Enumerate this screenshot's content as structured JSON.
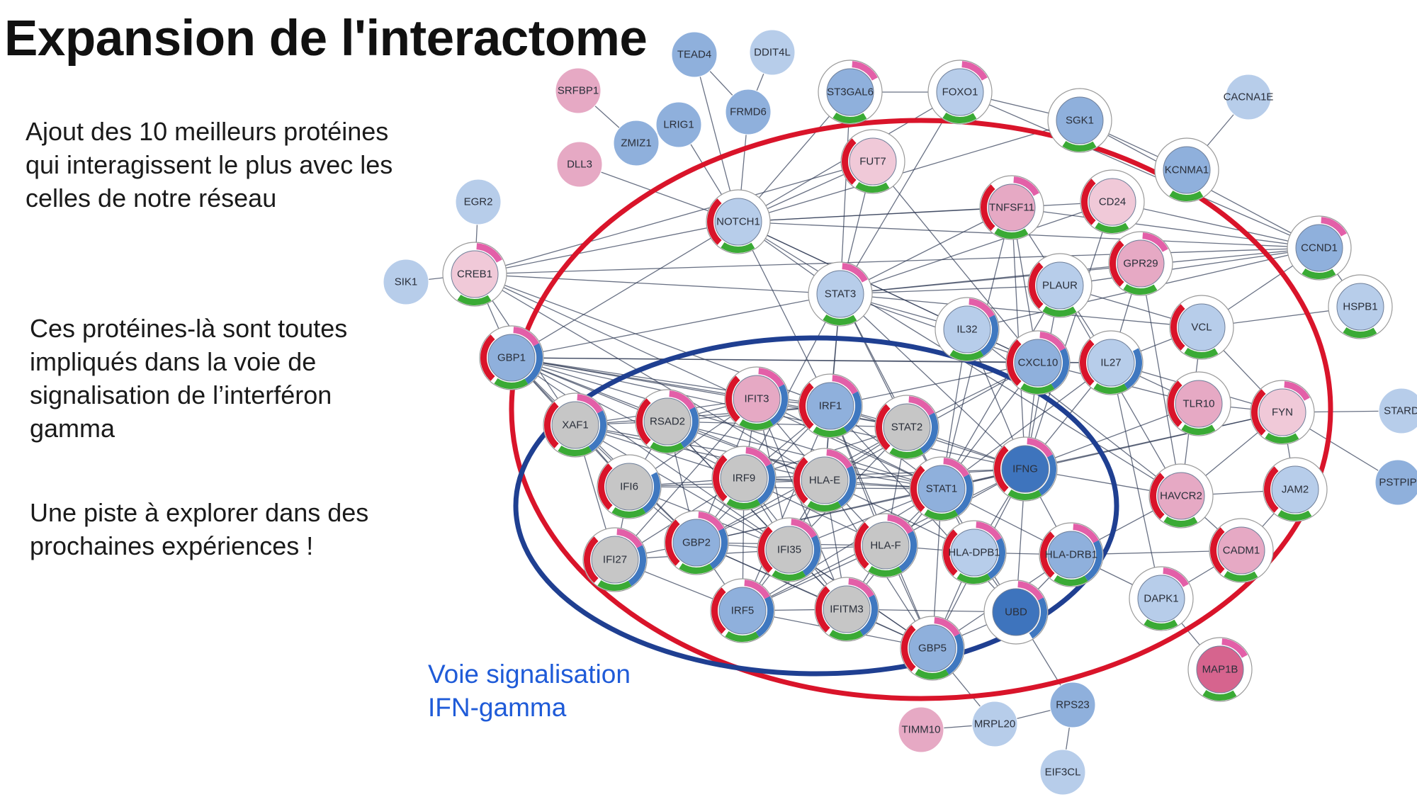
{
  "title": "Expansion de l'interactome",
  "paragraphs": [
    "Ajout des 10 meilleurs protéines\nqui interagissent le plus avec les\ncelles de notre réseau",
    "Ces protéines-là sont toutes\nimpliqués dans la voie de\nsignalisation de l’interféron\ngamma",
    "Une piste à explorer dans des\nprochaines expériences !"
  ],
  "pathway_caption": "Voie signalisation\nIFN-gamma",
  "colors": {
    "highlight_red": "#d9142a",
    "highlight_blue": "#1f3f91",
    "caption_blue": "#1f5bd8",
    "ring_red": "#d9142a",
    "ring_pink": "#e35fa8",
    "ring_green": "#3aaa35",
    "ring_blue": "#3f78c0",
    "edge": "#2f3a55",
    "fill_blue": "#8fb0dc",
    "fill_lightblue": "#b7cdea",
    "fill_pink": "#e6a9c4",
    "fill_lightpink": "#f0c9d8",
    "fill_gray": "#c6c6c6",
    "fill_darkblue": "#3e74bd",
    "fill_magenta": "#d6648e"
  },
  "nodes": [
    {
      "id": "TEAD4",
      "fill": "blue",
      "rings": []
    },
    {
      "id": "DDIT4L",
      "fill": "lightblue",
      "rings": []
    },
    {
      "id": "SRFBP1",
      "fill": "pink",
      "rings": []
    },
    {
      "id": "FRMD6",
      "fill": "blue",
      "rings": []
    },
    {
      "id": "LRIG1",
      "fill": "blue",
      "rings": []
    },
    {
      "id": "ZMIZ1",
      "fill": "blue",
      "rings": []
    },
    {
      "id": "DLL3",
      "fill": "pink",
      "rings": []
    },
    {
      "id": "EGR2",
      "fill": "lightblue",
      "rings": []
    },
    {
      "id": "SIK1",
      "fill": "lightblue",
      "rings": []
    },
    {
      "id": "CACNA1E",
      "fill": "lightblue",
      "rings": []
    },
    {
      "id": "STARD",
      "fill": "lightblue",
      "rings": []
    },
    {
      "id": "PSTPIP",
      "fill": "blue",
      "rings": []
    },
    {
      "id": "TIMM10",
      "fill": "pink",
      "rings": []
    },
    {
      "id": "MRPL20",
      "fill": "lightblue",
      "rings": []
    },
    {
      "id": "RPS23",
      "fill": "blue",
      "rings": []
    },
    {
      "id": "EIF3CL",
      "fill": "lightblue",
      "rings": []
    },
    {
      "id": "ST3GAL6",
      "fill": "blue",
      "rings": [
        "pink",
        "green"
      ]
    },
    {
      "id": "FOXO1",
      "fill": "lightblue",
      "rings": [
        "pink",
        "green"
      ]
    },
    {
      "id": "SGK1",
      "fill": "blue",
      "rings": [
        "green"
      ]
    },
    {
      "id": "KCNMA1",
      "fill": "blue",
      "rings": [
        "green"
      ]
    },
    {
      "id": "FUT7",
      "fill": "lightpink",
      "rings": [
        "red",
        "green"
      ]
    },
    {
      "id": "NOTCH1",
      "fill": "lightblue",
      "rings": [
        "red",
        "green"
      ]
    },
    {
      "id": "TNFSF11",
      "fill": "pink",
      "rings": [
        "red",
        "pink",
        "green"
      ]
    },
    {
      "id": "CD24",
      "fill": "lightpink",
      "rings": [
        "red",
        "green"
      ]
    },
    {
      "id": "CCND1",
      "fill": "blue",
      "rings": [
        "pink",
        "green"
      ]
    },
    {
      "id": "CREB1",
      "fill": "lightpink",
      "rings": [
        "pink",
        "green"
      ]
    },
    {
      "id": "GPR29",
      "fill": "pink",
      "rings": [
        "red",
        "pink",
        "green"
      ]
    },
    {
      "id": "STAT3",
      "fill": "lightblue",
      "rings": [
        "pink",
        "green"
      ]
    },
    {
      "id": "PLAUR",
      "fill": "lightblue",
      "rings": [
        "red",
        "green"
      ]
    },
    {
      "id": "HSPB1",
      "fill": "lightblue",
      "rings": [
        "green"
      ]
    },
    {
      "id": "IL32",
      "fill": "lightblue",
      "rings": [
        "pink",
        "blue",
        "green"
      ]
    },
    {
      "id": "VCL",
      "fill": "lightblue",
      "rings": [
        "red",
        "green"
      ]
    },
    {
      "id": "GBP1",
      "fill": "blue",
      "rings": [
        "red",
        "pink",
        "blue",
        "green"
      ]
    },
    {
      "id": "CXCL10",
      "fill": "blue",
      "rings": [
        "red",
        "pink",
        "blue",
        "green"
      ]
    },
    {
      "id": "IL27",
      "fill": "lightblue",
      "rings": [
        "red",
        "blue",
        "green"
      ]
    },
    {
      "id": "TLR10",
      "fill": "pink",
      "rings": [
        "red",
        "green"
      ]
    },
    {
      "id": "FYN",
      "fill": "lightpink",
      "rings": [
        "red",
        "pink",
        "green"
      ]
    },
    {
      "id": "IFIT3",
      "fill": "pink",
      "rings": [
        "red",
        "pink",
        "blue",
        "green"
      ]
    },
    {
      "id": "IRF1",
      "fill": "blue",
      "rings": [
        "red",
        "pink",
        "blue",
        "green"
      ]
    },
    {
      "id": "XAF1",
      "fill": "gray",
      "rings": [
        "red",
        "pink",
        "blue",
        "green"
      ]
    },
    {
      "id": "RSAD2",
      "fill": "gray",
      "rings": [
        "red",
        "pink",
        "blue",
        "green"
      ]
    },
    {
      "id": "STAT2",
      "fill": "gray",
      "rings": [
        "red",
        "pink",
        "blue",
        "green"
      ]
    },
    {
      "id": "IFNG",
      "fill": "darkblue",
      "rings": [
        "red",
        "pink",
        "blue",
        "green"
      ]
    },
    {
      "id": "IFI6",
      "fill": "gray",
      "rings": [
        "red",
        "blue",
        "green"
      ]
    },
    {
      "id": "IRF9",
      "fill": "gray",
      "rings": [
        "red",
        "pink",
        "blue",
        "green"
      ]
    },
    {
      "id": "HLA-E",
      "fill": "gray",
      "rings": [
        "red",
        "pink",
        "blue",
        "green"
      ]
    },
    {
      "id": "STAT1",
      "fill": "blue",
      "rings": [
        "red",
        "pink",
        "blue",
        "green"
      ]
    },
    {
      "id": "HAVCR2",
      "fill": "pink",
      "rings": [
        "red",
        "green"
      ]
    },
    {
      "id": "JAM2",
      "fill": "lightblue",
      "rings": [
        "red",
        "green"
      ]
    },
    {
      "id": "IFI27",
      "fill": "gray",
      "rings": [
        "red",
        "pink",
        "blue",
        "green"
      ]
    },
    {
      "id": "GBP2",
      "fill": "blue",
      "rings": [
        "red",
        "pink",
        "blue",
        "green"
      ]
    },
    {
      "id": "IFI35",
      "fill": "gray",
      "rings": [
        "red",
        "pink",
        "blue",
        "green"
      ]
    },
    {
      "id": "HLA-F",
      "fill": "gray",
      "rings": [
        "red",
        "pink",
        "blue",
        "green"
      ]
    },
    {
      "id": "HLA-DPB1",
      "fill": "lightblue",
      "rings": [
        "red",
        "pink",
        "blue",
        "green"
      ]
    },
    {
      "id": "HLA-DRB1",
      "fill": "blue",
      "rings": [
        "red",
        "pink",
        "blue",
        "green"
      ]
    },
    {
      "id": "CADM1",
      "fill": "pink",
      "rings": [
        "red",
        "green"
      ]
    },
    {
      "id": "DAPK1",
      "fill": "lightblue",
      "rings": [
        "pink",
        "green"
      ]
    },
    {
      "id": "IRF5",
      "fill": "blue",
      "rings": [
        "red",
        "pink",
        "blue",
        "green"
      ]
    },
    {
      "id": "IFITM3",
      "fill": "gray",
      "rings": [
        "red",
        "pink",
        "blue",
        "green"
      ]
    },
    {
      "id": "UBD",
      "fill": "darkblue",
      "rings": [
        "pink",
        "blue"
      ]
    },
    {
      "id": "GBP5",
      "fill": "blue",
      "rings": [
        "red",
        "pink",
        "blue",
        "green"
      ]
    },
    {
      "id": "MAP1B",
      "fill": "magenta",
      "rings": [
        "pink",
        "green"
      ]
    }
  ]
}
